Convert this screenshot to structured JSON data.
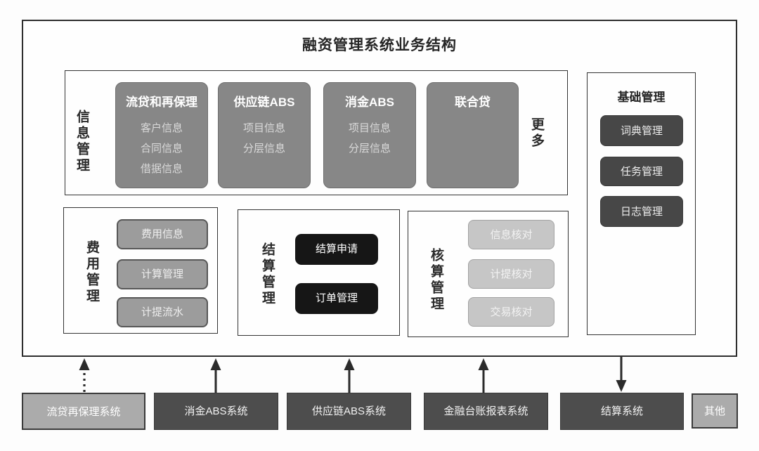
{
  "title": "融资管理系统业务结构",
  "info_section": {
    "label": "信息管理",
    "more_label": "更多",
    "cards": [
      {
        "title": "流贷和再保理",
        "items": [
          "客户信息",
          "合同信息",
          "借据信息"
        ]
      },
      {
        "title": "供应链ABS",
        "items": [
          "项目信息",
          "分层信息"
        ]
      },
      {
        "title": "消金ABS",
        "items": [
          "项目信息",
          "分层信息"
        ]
      },
      {
        "title": "联合贷",
        "items": []
      }
    ]
  },
  "base_section": {
    "title": "基础管理",
    "items": [
      "词典管理",
      "任务管理",
      "日志管理"
    ]
  },
  "fee_section": {
    "label": "费用管理",
    "items": [
      "费用信息",
      "计算管理",
      "计提流水"
    ]
  },
  "settle_section": {
    "label": "结算管理",
    "items": [
      "结算申请",
      "订单管理"
    ]
  },
  "check_section": {
    "label": "核算管理",
    "items": [
      "信息核对",
      "计提核对",
      "交易核对"
    ]
  },
  "external_systems": [
    {
      "label": "流贷再保理系统",
      "variant": "light",
      "arrow": "up-dotted"
    },
    {
      "label": "消金ABS系统",
      "variant": "dark",
      "arrow": "up-solid"
    },
    {
      "label": "供应链ABS系统",
      "variant": "dark",
      "arrow": "up-solid"
    },
    {
      "label": "金融台账报表系统",
      "variant": "dark",
      "arrow": "up-solid"
    },
    {
      "label": "结算系统",
      "variant": "dark",
      "arrow": "down-solid"
    },
    {
      "label": "其他",
      "variant": "light",
      "arrow": "none"
    }
  ],
  "colors": {
    "line-dark": "#2e2e2e",
    "card-gray": "#878787",
    "btn-dark": "#474747",
    "btn-black": "#161616",
    "btn-fee": "#9c9c9c",
    "btn-light": "#c6c6c6",
    "system-dark": "#4d4d4d",
    "system-light": "#ababab"
  }
}
